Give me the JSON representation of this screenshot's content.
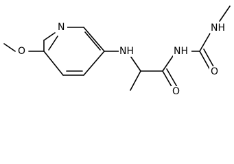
{
  "molecule": {
    "atoms": {
      "n_ring": "N",
      "o_methoxy": "O",
      "nh_amine": "NH",
      "nh_urea_left": "NH",
      "nh_urea_right": "NH",
      "o_amide": "O",
      "o_urea": "O"
    }
  },
  "colors": {
    "bond": "#000000",
    "label": "#000000",
    "background": "#ffffff"
  }
}
